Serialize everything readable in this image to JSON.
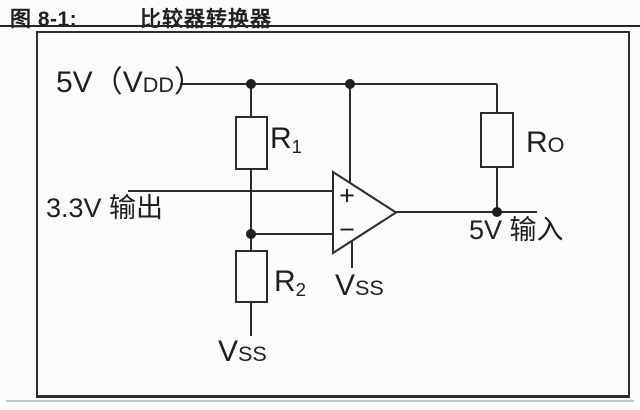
{
  "figure": {
    "label": "图 8-1:",
    "title": "比较器转换器"
  },
  "circuit": {
    "supply": {
      "pre": "5V（V",
      "sc": "DD",
      "post": "）"
    },
    "signal_in": "3.3V 输出",
    "signal_out": "5V 输入",
    "r1": {
      "base": "R",
      "sub": "1"
    },
    "r2": {
      "base": "R",
      "sub": "2"
    },
    "ro": {
      "base": "R",
      "sc": "O"
    },
    "vss_opamp": {
      "base": "V",
      "sc": "SS"
    },
    "vss_r2": {
      "base": "V",
      "sc": "SS"
    },
    "opamp_plus": "+",
    "opamp_minus": "−",
    "colors": {
      "ink": "#1f1f1f",
      "background": "#fcfafb"
    }
  }
}
